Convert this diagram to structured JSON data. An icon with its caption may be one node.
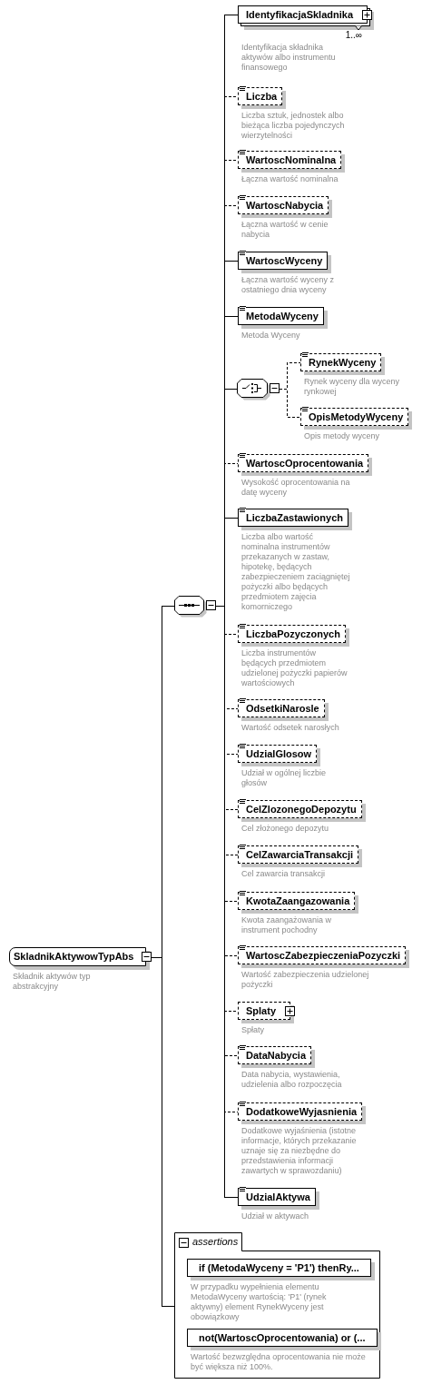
{
  "diagram": {
    "nodes": [
      {
        "text": [
          "SkladnikAktywowTypAbs"
        ],
        "beside": [
          "Składnik aktywów typ abstrakcyjny"
        ]
      },
      {
        "text": [],
        "shape": "octagon"
      },
      {
        "text": [
          "IdentyfikacjaSkladnika"
        ],
        "beside": [
          "1..∞",
          "Identyfikacja składnika aktywów albo instrumentu finansowego"
        ]
      },
      {
        "text": [
          "Liczba"
        ],
        "beside": [
          "Liczba sztuk, jednostek albo bieżąca liczba pojedynczych wierzytelności"
        ]
      },
      {
        "text": [
          "WartoscNominalna"
        ],
        "beside": [
          "Łączna wartość nominalna"
        ]
      },
      {
        "text": [
          "WartoscNabycia"
        ],
        "beside": [
          "Łączna wartość w cenie nabycia"
        ]
      },
      {
        "text": [
          "WartoscWyceny"
        ],
        "beside": [
          "Łączna wartość wyceny z ostatniego dnia wyceny"
        ]
      },
      {
        "text": [
          "MetodaWyceny"
        ],
        "beside": [
          "Metoda Wyceny"
        ]
      },
      {
        "text": [],
        "shape": "octagon"
      },
      {
        "text": [
          "RynekWyceny"
        ],
        "beside": [
          "Rynek wyceny dla wyceny rynkowej"
        ]
      },
      {
        "text": [
          "OpisMetodyWyceny"
        ],
        "beside": [
          "Opis metody wyceny"
        ]
      },
      {
        "text": [
          "WartoscOprocentowania"
        ],
        "beside": [
          "Wysokość oprocentowania na datę wyceny"
        ]
      },
      {
        "text": [
          "LiczbaZastawionych"
        ],
        "beside": [
          "Liczba albo wartość nominalna instrumentów przekazanych w zastaw, hipotekę, będących zabezpieczeniem zaciągniętej pożyczki albo będących przedmiotem zajęcia komorniczego"
        ]
      },
      {
        "text": [
          "LiczbaPozyczonych"
        ],
        "beside": [
          "Liczba instrumentów będących przedmiotem udzielonej pożyczki papierów wartościowych"
        ]
      },
      {
        "text": [
          "OdsetkiNarosle"
        ],
        "beside": [
          "Wartość odsetek narosłych"
        ]
      },
      {
        "text": [
          "UdzialGlosow"
        ],
        "beside": [
          "Udział w ogólnej liczbie głosów"
        ]
      },
      {
        "text": [
          "CelZlozonegoDepozytu"
        ],
        "beside": [
          "Cel złożonego depozytu"
        ]
      },
      {
        "text": [
          "CelZawarciaTransakcji"
        ],
        "beside": [
          "Cel zawarcia transakcji"
        ]
      },
      {
        "text": [
          "KwotaZaangazowania"
        ],
        "beside": [
          "Kwota zaangażowania w instrument pochodny"
        ]
      },
      {
        "text": [
          "WartoscZabezpieczeniaPozyczki"
        ],
        "beside": [
          "Wartość zabezpieczenia udzielonej pożyczki"
        ]
      },
      {
        "text": [
          "Splaty"
        ],
        "beside": [
          "Spłaty"
        ]
      },
      {
        "text": [
          "DataNabycia"
        ],
        "beside": [
          "Data nabycia, wystawienia, udzielenia albo rozpoczęcia"
        ]
      },
      {
        "text": [
          "DodatkoweWyjasnienia"
        ],
        "beside": [
          "Dodatkowe wyjaśnienia (istotne informacje, których przekazanie uznaje się za niezbędne do przedstawienia informacji zawartych w sprawozdaniu)"
        ]
      },
      {
        "text": [
          "UdzialAktywa"
        ],
        "beside": [
          "Udział w aktywach"
        ]
      },
      {
        "text": [
          "assertions"
        ]
      },
      {
        "text": [
          "if (MetodaWyceny = 'P1') thenRy..."
        ],
        "in": 24,
        "beside": [
          "W przypadku wypełnienia elementu MetodaWyceny wartością: 'P1' (rynek aktywny) element RynekWyceny jest obowiązkowy"
        ]
      },
      {
        "text": [
          "not(WartoscOprocentowania) or (..."
        ],
        "in": 24,
        "beside": [
          "Wartość bezwzględna oprocentowania nie może być większa niż 100%."
        ]
      }
    ],
    "edges": [
      {
        "from": 0,
        "to": 1,
        "arrow": "none"
      },
      {
        "from": 0,
        "to": 24,
        "arrow": "none"
      },
      {
        "from": 1,
        "to": 2,
        "arrow": "none"
      },
      {
        "from": 1,
        "to": 3,
        "arrow": "none",
        "style": "dashed"
      },
      {
        "from": 1,
        "to": 4,
        "arrow": "none",
        "style": "dashed"
      },
      {
        "from": 1,
        "to": 5,
        "arrow": "none",
        "style": "dashed"
      },
      {
        "from": 1,
        "to": 6,
        "arrow": "none"
      },
      {
        "from": 1,
        "to": 7,
        "arrow": "none"
      },
      {
        "from": 1,
        "to": 8,
        "arrow": "none"
      },
      {
        "from": 8,
        "to": 9,
        "arrow": "none",
        "style": "dashed"
      },
      {
        "from": 8,
        "to": 10,
        "arrow": "none",
        "style": "dashed"
      },
      {
        "from": 1,
        "to": 11,
        "arrow": "none",
        "style": "dashed"
      },
      {
        "from": 1,
        "to": 12,
        "arrow": "none"
      },
      {
        "from": 1,
        "to": 13,
        "arrow": "none",
        "style": "dashed"
      },
      {
        "from": 1,
        "to": 14,
        "arrow": "none",
        "style": "dashed"
      },
      {
        "from": 1,
        "to": 15,
        "arrow": "none",
        "style": "dashed"
      },
      {
        "from": 1,
        "to": 16,
        "arrow": "none",
        "style": "dashed"
      },
      {
        "from": 1,
        "to": 17,
        "arrow": "none",
        "style": "dashed"
      },
      {
        "from": 1,
        "to": 18,
        "arrow": "none",
        "style": "dashed"
      },
      {
        "from": 1,
        "to": 19,
        "arrow": "none",
        "style": "dashed"
      },
      {
        "from": 1,
        "to": 20,
        "arrow": "none",
        "style": "dashed"
      },
      {
        "from": 1,
        "to": 21,
        "arrow": "none",
        "style": "dashed"
      },
      {
        "from": 1,
        "to": 22,
        "arrow": "none",
        "style": "dashed"
      },
      {
        "from": 1,
        "to": 23,
        "arrow": "none"
      }
    ]
  }
}
